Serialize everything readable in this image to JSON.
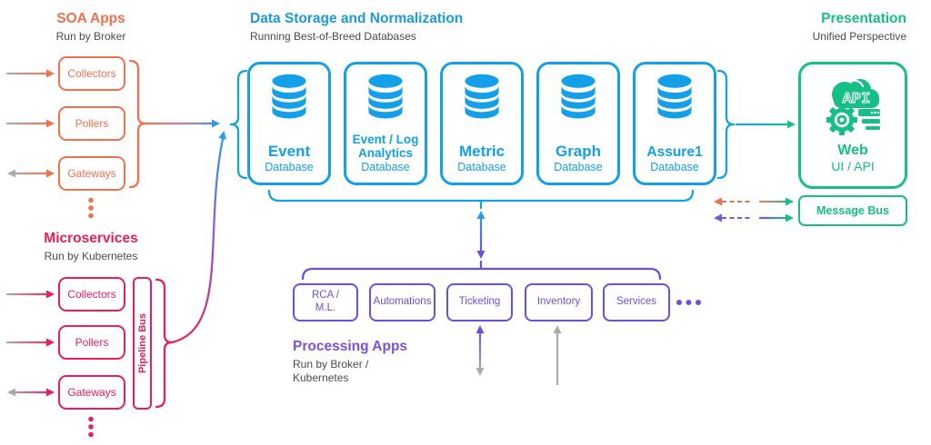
{
  "colors": {
    "soa_orange": "#F3704E",
    "micro_pink": "#EC1E59",
    "storage_blue": "#14A0E8",
    "presentation_green": "#16BF85",
    "processing_purple": "#6C4FE0",
    "subtitle_gray": "#4A4A4A",
    "arrow_gray": "#ABABAB"
  },
  "soa": {
    "title": "SOA Apps",
    "subtitle": "Run by Broker",
    "boxes": [
      "Collectors",
      "Pollers",
      "Gateways"
    ]
  },
  "micro": {
    "title": "Microservices",
    "subtitle": "Run by Kubernetes",
    "boxes": [
      "Collectors",
      "Pollers",
      "Gateways"
    ],
    "pipeline_bus": "Pipeline Bus"
  },
  "storage": {
    "title": "Data Storage and Normalization",
    "subtitle": "Running Best-of-Breed Databases",
    "databases": [
      {
        "name": "Event",
        "sub": "Database"
      },
      {
        "name": "Event / Log Analytics",
        "sub": "Database"
      },
      {
        "name": "Metric",
        "sub": "Database"
      },
      {
        "name": "Graph",
        "sub": "Database"
      },
      {
        "name": "Assure1",
        "sub": "Database"
      }
    ]
  },
  "processing": {
    "title": "Processing Apps",
    "subtitle_line1": "Run by Broker /",
    "subtitle_line2": "Kubernetes",
    "boxes": [
      "RCA /\nM.L.",
      "Automations",
      "Ticketing",
      "Inventory",
      "Services"
    ]
  },
  "presentation": {
    "title": "Presentation",
    "subtitle": "Unified Perspective",
    "api_icon_label": "API",
    "web_name": "Web",
    "web_sub": "UI / API",
    "message_bus": "Message Bus"
  }
}
